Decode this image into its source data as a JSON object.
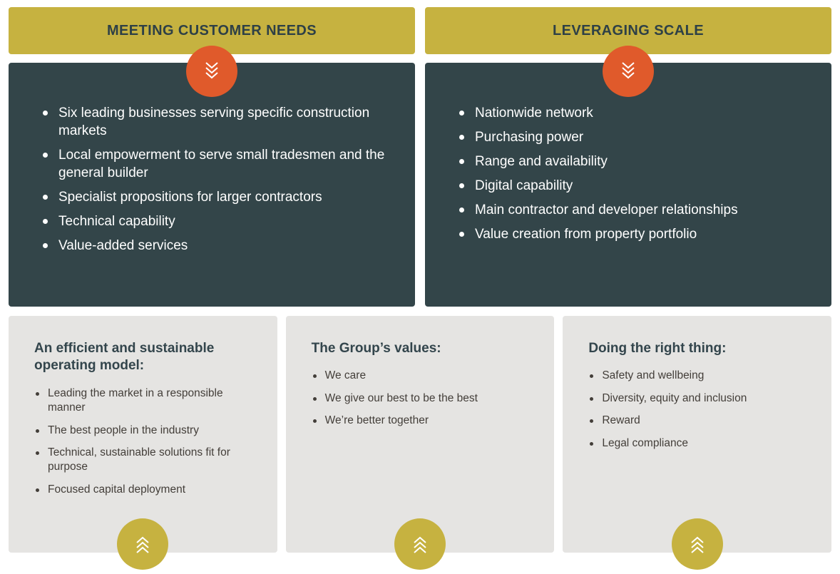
{
  "colors": {
    "gold": "#c6b240",
    "dark_slate": "#334549",
    "orange": "#e05a2b",
    "light_gray": "#e5e4e2",
    "white_text": "#ffffff",
    "heading_text": "#2e4046"
  },
  "icons": {
    "top_badge": "triple-chevron-down",
    "bottom_badge": "triple-chevron-up"
  },
  "top_sections": [
    {
      "title": "MEETING CUSTOMER NEEDS",
      "bullets": [
        "Six leading businesses serving specific construction markets",
        "Local empowerment to serve small tradesmen and the general builder",
        "Specialist propositions for larger contractors",
        "Technical capability",
        "Value-added services"
      ]
    },
    {
      "title": "LEVERAGING SCALE",
      "bullets": [
        "Nationwide network",
        "Purchasing power",
        "Range and availability",
        "Digital capability",
        "Main contractor and developer relationships",
        "Value creation from property portfolio"
      ]
    }
  ],
  "bottom_sections": [
    {
      "title": "An efficient and sustainable operating model:",
      "bullets": [
        "Leading the market in a responsible manner",
        "The best people in the industry",
        "Technical, sustainable solutions fit for purpose",
        "Focused capital deployment"
      ]
    },
    {
      "title": "The Group’s values:",
      "bullets": [
        "We care",
        "We give our best to be the best",
        "We’re better together"
      ]
    },
    {
      "title": "Doing the right thing:",
      "bullets": [
        "Safety and wellbeing",
        "Diversity, equity and inclusion",
        "Reward",
        "Legal compliance"
      ]
    }
  ]
}
